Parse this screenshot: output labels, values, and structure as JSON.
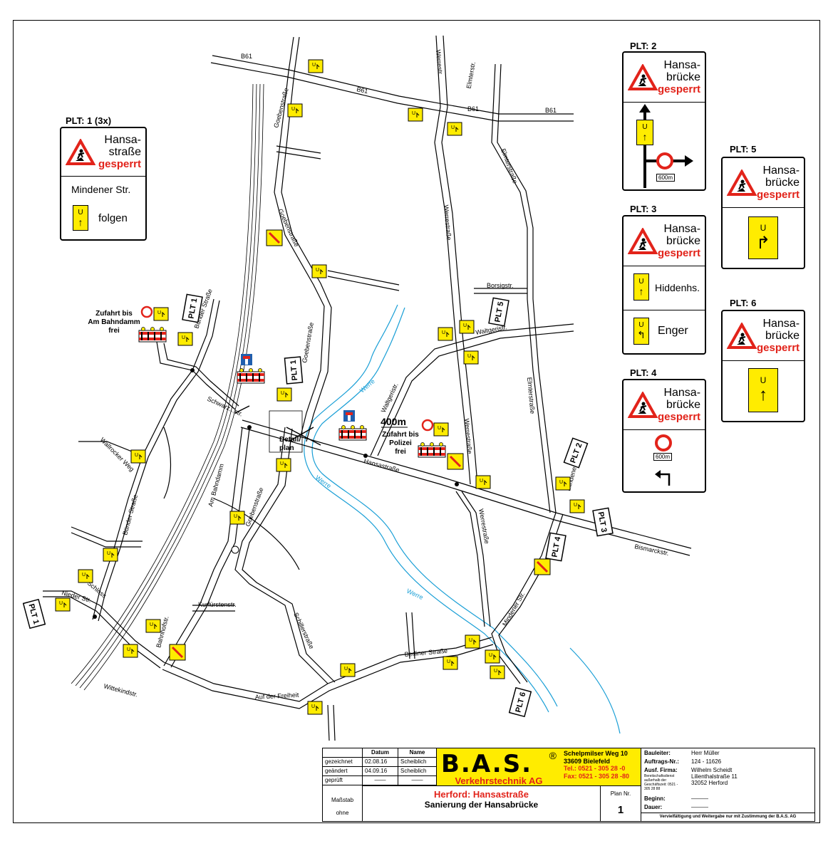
{
  "roads": {
    "b61_a": "B61",
    "b61_b": "B61",
    "b61_c": "B61",
    "b61_d": "B61",
    "werrestr_top": "Werrestr.",
    "elmterstr": "Elmterstr.",
    "elmterstrasse": "Elmterstraße",
    "goebenstrasse_1": "Goebenstraße",
    "goebenstrasse_2": "Goebenstraße",
    "goebenstrasse_3": "Goebenstraße",
    "goebenstrasse_4": "Goebenstraße",
    "werrestrasse_1": "Werrestraße",
    "werrestrasse_2": "Werrestraße",
    "werrestrasse_3": "Werrestraße",
    "borsigstr": "Borsigstr.",
    "waltgeristr_1": "Waltgeristr.",
    "waltgeristr_2": "Waltgeristr.",
    "bunder_strasse_1": "Bünder Straße",
    "bunder_strasse_2": "Bünder Straße",
    "schwarzenmoorstr": "Schwarz...str.",
    "wallrocker_weg": "Wallrocker Weg",
    "am_bahndamm": "Am Bahndamm",
    "hansastrasse": "Hansastraße",
    "mindener_str_1": "Mindener Straße",
    "mindener_str_2": "Mindener Str.",
    "bismarckstr": "Bismarckstr.",
    "kurfurstenstr": "Kurfürstenstr.",
    "schillerstrasse": "Schillerstraße",
    "berliner_strasse": "Berliner Straße",
    "auf_der_freiheit": "Auf der Freiheit",
    "bahnhofstr": "Bahnhofstr.",
    "wittekindstr": "Wittekindstr.",
    "nieder_str": "Nieder Str.",
    "schlosss": "Schloss",
    "werre_1": "Werre",
    "werre_2": "Werre",
    "werre_3": "Werre"
  },
  "annotations": {
    "zufahrt_bahndamm": [
      "Zufahrt bis",
      "Am Bahndamm",
      "frei"
    ],
    "distance": "400m",
    "zufahrt_polizei": [
      "Zufahrt bis",
      "Polizei",
      "frei"
    ],
    "detail_plan": [
      "Detail",
      "plan"
    ]
  },
  "plt_markers": [
    "PLT 1",
    "PLT 1",
    "PLT 1",
    "PLT 2",
    "PLT 3",
    "PLT 4",
    "PLT 5",
    "PLT 6"
  ],
  "u": "U",
  "plt1": {
    "title": "PLT: 1 (3x)",
    "line1": "Hansa-",
    "line2": "straße",
    "red": "gesperrt",
    "road": "Mindener Str.",
    "follow": "folgen"
  },
  "plt2": {
    "title": "PLT: 2",
    "line1": "Hansa-",
    "line2": "brücke",
    "red": "gesperrt",
    "dist": "600m"
  },
  "plt3": {
    "title": "PLT: 3",
    "line1": "Hansa-",
    "line2": "brücke",
    "red": "gesperrt",
    "dest1": "Hiddenhs.",
    "dest2": "Enger"
  },
  "plt4": {
    "title": "PLT: 4",
    "line1": "Hansa-",
    "line2": "brücke",
    "red": "gesperrt",
    "dist": "600m"
  },
  "plt5": {
    "title": "PLT: 5",
    "line1": "Hansa-",
    "line2": "brücke",
    "red": "gesperrt"
  },
  "plt6": {
    "title": "PLT: 6",
    "line1": "Hansa-",
    "line2": "brücke",
    "red": "gesperrt"
  },
  "titleblock": {
    "hdr_datum": "Datum",
    "hdr_name": "Name",
    "rows": [
      {
        "label": "gezeichnet",
        "date": "02.08.16",
        "name": "Scheiblich"
      },
      {
        "label": "geändert",
        "date": "04.09.16",
        "name": "Scheiblich"
      },
      {
        "label": "geprüft",
        "date": "——",
        "name": "——"
      }
    ],
    "massstab": "Maßstab",
    "ohne": "ohne",
    "logo": "B.A.S.",
    "registered": "®",
    "company": "Verkehrstechnik AG",
    "address1": "Schelpmilser Weg 10",
    "address2": "33609 Bielefeld",
    "tel": "Tel.: 0521 - 305 28 -0",
    "fax": "Fax: 0521 - 305 28 -80",
    "project1": "Herford: Hansastraße",
    "project2": "Sanierung der Hansabrücke",
    "planlabel": "Plan Nr.",
    "plannr": "1",
    "bauleiter_k": "Bauleiter:",
    "bauleiter_v": "Herr Müller",
    "auftrag_k": "Auftrags-Nr.:",
    "auftrag_v": "124 - 11626",
    "firma_k": "Ausf. Firma:",
    "firma_v1": "Wilhelm Scheidt",
    "firma_v2": "Lilienthalstraße 11",
    "firma_v3": "32052 Herford",
    "firma_small": "Bereitschaftsdienst außerhalb der Geschäftszeit: 0521 - 305 28 88",
    "beginn_k": "Beginn:",
    "beginn_v": "———",
    "dauer_k": "Dauer:",
    "dauer_v": "———",
    "footer": "Vervielfältigung und Weitergabe nur mit Zustimmung der B.A.S. AG"
  }
}
